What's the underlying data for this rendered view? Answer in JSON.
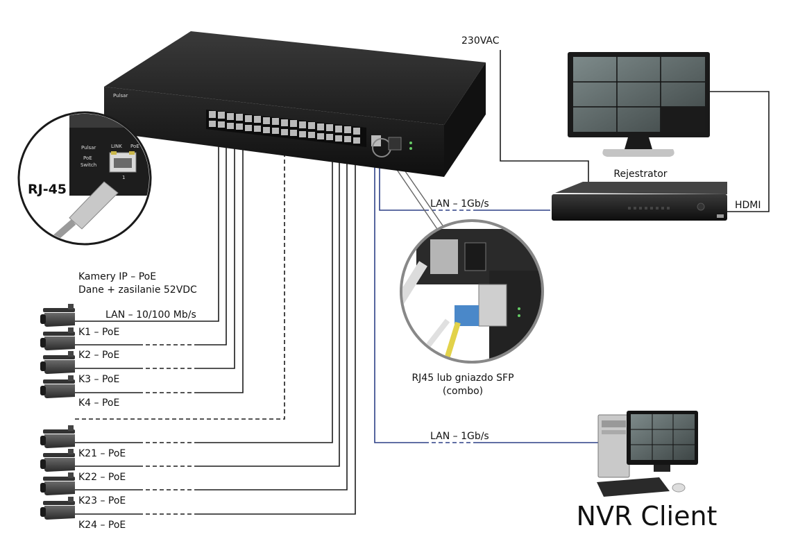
{
  "power": {
    "label": "230VAC"
  },
  "recorder": {
    "label": "Rejestrator",
    "hdmi_label": "HDMI",
    "lan_label": "LAN – 1Gb/s"
  },
  "inset_rj45": {
    "label": "RJ-45",
    "brand": "Pulsar",
    "link": "LINK",
    "poe": "PoE",
    "poe2": "PoE",
    "switch": "Switch",
    "port": "1"
  },
  "inset_sfp": {
    "label_line1": "RJ45 lub gniazdo SFP",
    "label_line2": "(combo)"
  },
  "cameras": {
    "header_line1": "Kamery IP – PoE",
    "header_line2": "Dane + zasilanie 52VDC",
    "lan_label": "LAN – 10/100 Mb/s",
    "group1": [
      "K1 – PoE",
      "K2 – PoE",
      "K3 – PoE",
      "K4 – PoE"
    ],
    "group2": [
      "K21 – PoE",
      "K22 – PoE",
      "K23 – PoE",
      "K24 – PoE"
    ]
  },
  "client": {
    "label": "NVR Client",
    "lan_label": "LAN – 1Gb/s"
  },
  "colors": {
    "lan_blue": "#2b3f86",
    "line_dark": "#1a1a1a",
    "device": "#222222"
  }
}
